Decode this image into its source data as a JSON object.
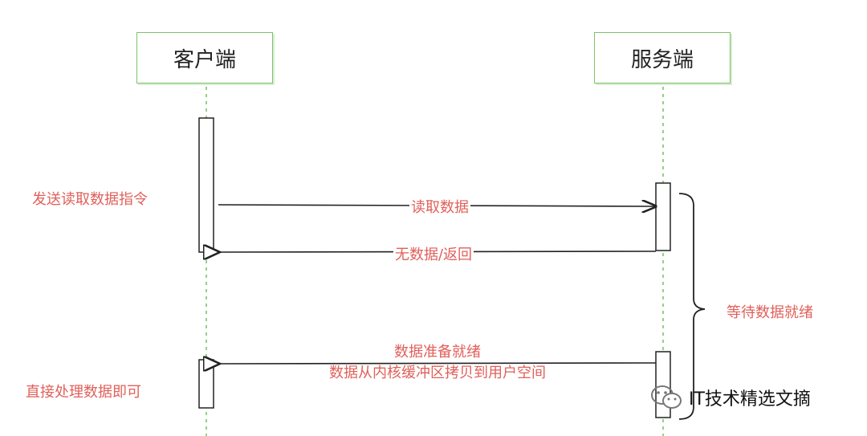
{
  "participants": {
    "client": "客户端",
    "server": "服务端"
  },
  "client_notes": {
    "send_command": "发送读取数据指令",
    "process_data": "直接处理数据即可"
  },
  "messages": {
    "read_data": "读取数据",
    "no_data_return": "无数据/返回",
    "data_ready_line1": "数据准备就绪",
    "data_ready_line2": "数据从内核缓冲区拷贝到用户空间"
  },
  "server_notes": {
    "wait_ready": "等待数据就绪"
  },
  "watermark": {
    "text": "IT技术精选文摘",
    "icon": "wechat-icon"
  },
  "colors": {
    "participant_border": "#7cc36b",
    "lifeline": "#7cc36b",
    "label_red": "#e0605a",
    "arrow": "#222222"
  }
}
